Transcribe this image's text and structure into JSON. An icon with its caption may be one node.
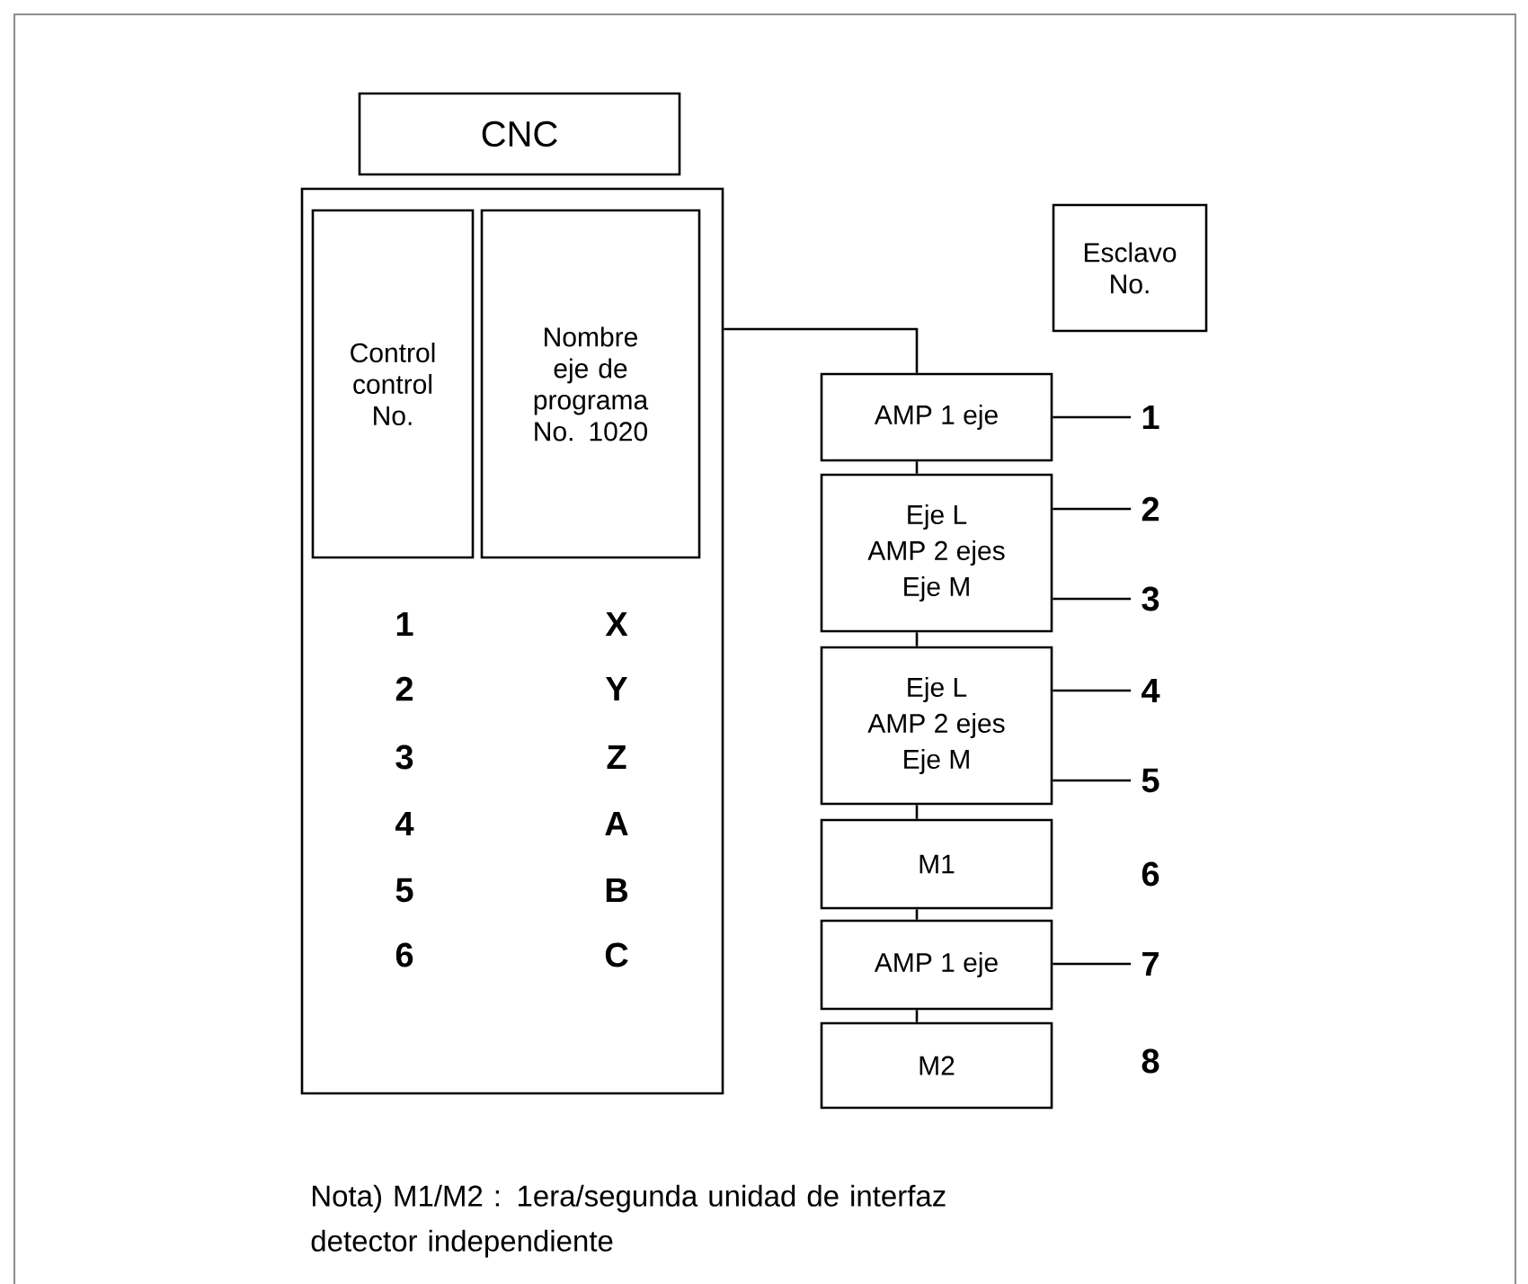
{
  "diagram": {
    "nodes": [
      {
        "text": [
          "CNC"
        ]
      },
      {
        "text": [],
        "shape": "box"
      },
      {
        "text": [
          "Control control No."
        ],
        "in": 1
      },
      {
        "text": [
          "Nombre eje de programa No. 1020"
        ],
        "in": 1
      },
      {
        "text": [
          "Esclavo No."
        ]
      },
      {
        "text": [
          "AMP 1 eje"
        ]
      },
      {
        "text": [
          "Eje L",
          "AMP 2 ejes",
          "Eje M"
        ]
      },
      {
        "text": [
          "Eje L",
          "AMP 2 ejes",
          "Eje M"
        ]
      },
      {
        "text": [
          "M1"
        ]
      },
      {
        "text": [
          "AMP 1 eje"
        ]
      },
      {
        "text": [
          "M2"
        ]
      },
      {
        "text": [
          "1"
        ]
      },
      {
        "text": [
          "2"
        ]
      },
      {
        "text": [
          "3"
        ]
      },
      {
        "text": [
          "4"
        ]
      },
      {
        "text": [
          "5"
        ]
      },
      {
        "text": [
          "7"
        ]
      }
    ],
    "edges": [
      {
        "from": 1,
        "to": 5,
        "arrow": "none"
      },
      {
        "from": 5,
        "to": 6,
        "arrow": "none"
      },
      {
        "from": 6,
        "to": 7,
        "arrow": "none"
      },
      {
        "from": 7,
        "to": 8,
        "arrow": "none"
      },
      {
        "from": 8,
        "to": 9,
        "arrow": "none"
      },
      {
        "from": 9,
        "to": 10,
        "arrow": "none"
      },
      {
        "from": 5,
        "to": 11,
        "arrow": "none"
      },
      {
        "from": 6,
        "to": 12,
        "arrow": "none"
      },
      {
        "from": 6,
        "to": 13,
        "arrow": "none"
      },
      {
        "from": 7,
        "to": 14,
        "arrow": "none"
      },
      {
        "from": 7,
        "to": 15,
        "arrow": "none"
      },
      {
        "from": 9,
        "to": 16,
        "arrow": "none"
      }
    ],
    "labels": [
      "1",
      "X",
      "2",
      "Y",
      "3",
      "Z",
      "4",
      "A",
      "5",
      "B",
      "6",
      "C",
      "6",
      "8",
      "Nota) M1/M2 : 1era/segunda unidad de interfaz detector independiente"
    ]
  }
}
